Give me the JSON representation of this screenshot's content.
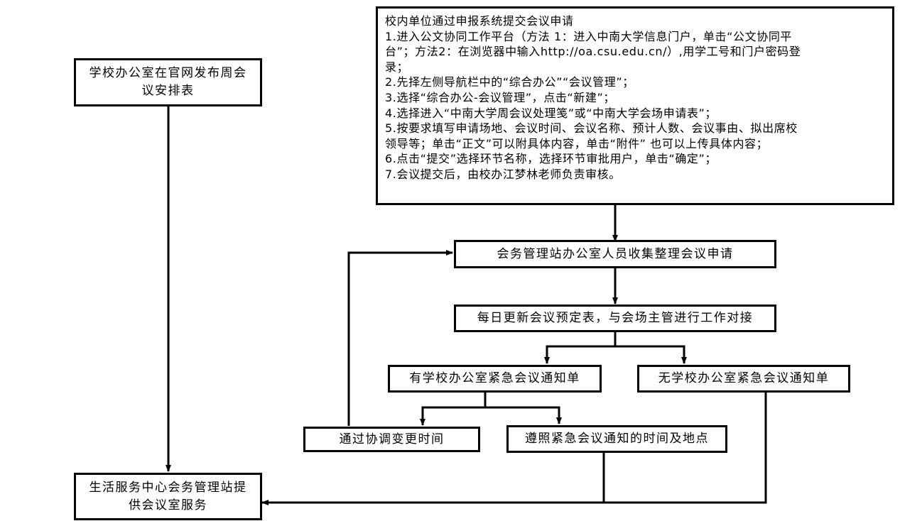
{
  "diagram": {
    "instructions": {
      "heading": "校内单位通过申报系统提交会议申请",
      "lines": [
        "1.进入公文协同工作平台（方法 1：进入中南大学信息门户，单击“公文协同平",
        "台”；方法2：在浏览器中输入http://oa.csu.edu.cn/）,用学工号和门户密码登",
        "录；",
        "2.先择左侧导航栏中的“综合办公”“会议管理”；",
        "3.选择“综合办公-会议管理”，点击“新建”；",
        "4.选择进入“中南大学周会议处理笺”或“中南大学会场申请表”；",
        "5.按要求填写申请场地、会议时间、会议名称、预计人数、会议事由、拟出席校",
        "领导等；单击“正文”可以附具体内容，单击“附件” 也可以上传具体内容；",
        "6.点击“提交”选择环节名称，选择环节审批用户，单击“确定”；",
        "7.会议提交后，由校办江梦林老师负责审核。"
      ]
    },
    "weekly_schedule": [
      "学校办公室在官网发布周会",
      "议安排表"
    ],
    "collect": "会务管理站办公室人员收集整理会议申请",
    "update": "每日更新会议预定表，与会场主管进行工作对接",
    "urgent_yes": "有学校办公室紧急会议通知单",
    "urgent_no": "无学校办公室紧急会议通知单",
    "reschedule": "通过协调变更时间",
    "follow_urgent": "遵照紧急会议通知的时间及地点",
    "service": [
      "生活服务中心会务管理站提",
      "供会议室服务"
    ]
  }
}
